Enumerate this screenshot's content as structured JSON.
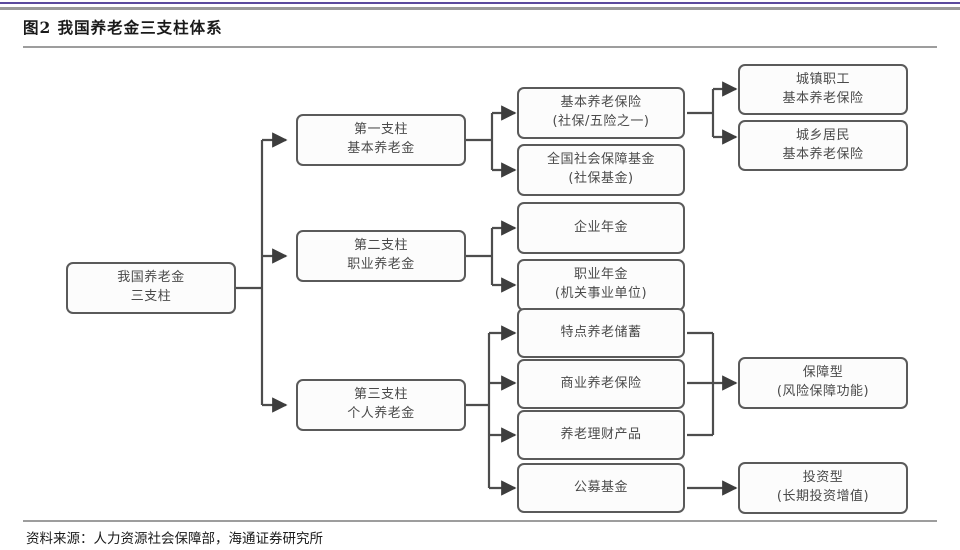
{
  "figure": {
    "title": "图2  我国养老金三支柱体系",
    "source": "资料来源：人力资源社会保障部，海通证券研究所",
    "accent_color": "#5b4a9e",
    "rule_color": "#9d9d9d",
    "node_border_color": "#5a5a5a",
    "node_fill_color": "#fcfcfc",
    "text_color": "#4a4a4a",
    "connector_color": "#4d4d4d"
  },
  "diagram": {
    "type": "tree",
    "root": {
      "id": "root",
      "line1": "我国养老金",
      "line2": "三支柱"
    },
    "pillars": [
      {
        "id": "pillar-1",
        "line1": "第一支柱",
        "line2": "基本养老金"
      },
      {
        "id": "pillar-2",
        "line1": "第二支柱",
        "line2": "职业养老金"
      },
      {
        "id": "pillar-3",
        "line1": "第三支柱",
        "line2": "个人养老金"
      }
    ],
    "components": [
      {
        "id": "comp-basic-pension-insurance",
        "parent": "pillar-1",
        "line1": "基本养老保险",
        "line2": "(社保/五险之一)"
      },
      {
        "id": "comp-national-ssf",
        "parent": "pillar-1",
        "line1": "全国社会保障基金",
        "line2": "(社保基金)"
      },
      {
        "id": "comp-enterprise-annuity",
        "parent": "pillar-2",
        "line1": "企业年金",
        "line2": ""
      },
      {
        "id": "comp-occupational-annuity",
        "parent": "pillar-2",
        "line1": "职业年金",
        "line2": "(机关事业单位)"
      },
      {
        "id": "comp-special-pension-savings",
        "parent": "pillar-3",
        "line1": "特点养老储蓄",
        "line2": ""
      },
      {
        "id": "comp-commercial-insurance",
        "parent": "pillar-3",
        "line1": "商业养老保险",
        "line2": ""
      },
      {
        "id": "comp-pension-wealth-products",
        "parent": "pillar-3",
        "line1": "养老理财产品",
        "line2": ""
      },
      {
        "id": "comp-public-funds",
        "parent": "pillar-3",
        "line1": "公募基金",
        "line2": ""
      }
    ],
    "leaves": [
      {
        "id": "leaf-urban-employee",
        "parent": "comp-basic-pension-insurance",
        "line1": "城镇职工",
        "line2": "基本养老保险"
      },
      {
        "id": "leaf-urban-rural-resident",
        "parent": "comp-basic-pension-insurance",
        "line1": "城乡居民",
        "line2": "基本养老保险"
      },
      {
        "id": "leaf-protection-type",
        "parents": [
          "comp-special-pension-savings",
          "comp-commercial-insurance",
          "comp-pension-wealth-products"
        ],
        "line1": "保障型",
        "line2": "(风险保障功能)"
      },
      {
        "id": "leaf-investment-type",
        "parents": [
          "comp-public-funds"
        ],
        "line1": "投资型",
        "line2": "(长期投资增值)"
      }
    ]
  }
}
